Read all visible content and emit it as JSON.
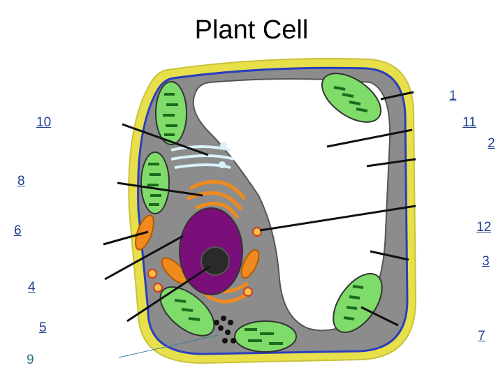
{
  "title": "Plant Cell",
  "labels": {
    "l1": "1",
    "l2": "2",
    "l3": "3",
    "l4": "4",
    "l5": "5",
    "l6": "6",
    "l7": "7",
    "l8": "8",
    "l9": "9",
    "l10": "10",
    "l11": "11",
    "l12": "12"
  },
  "colors": {
    "cell_wall": "#e8e04a",
    "cell_membrane": "#2a3fbf",
    "cytoplasm": "#8c8c8c",
    "chloroplast": "#7fdc6b",
    "nucleus": "#7a0f7a",
    "golgi": "#f08a1e",
    "label_text": "#1f3f8f"
  }
}
